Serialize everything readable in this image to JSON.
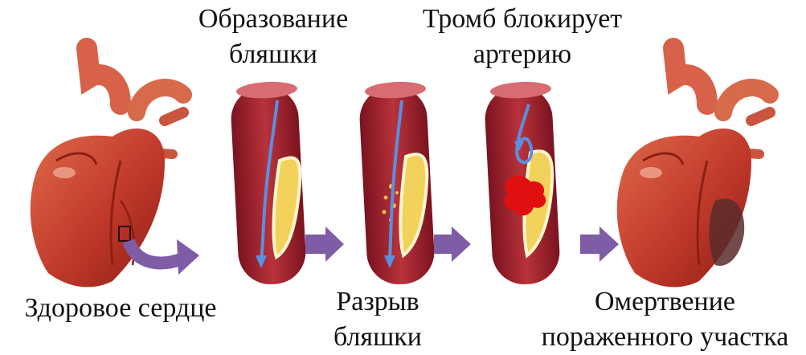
{
  "labels": {
    "plaque_formation": {
      "line1": "Образование",
      "line2": "бляшки"
    },
    "thrombus_blocks": {
      "line1": "Тромб блокирует",
      "line2": "артерию"
    },
    "healthy_heart": {
      "line1": "Здоровое сердце"
    },
    "plaque_rupture": {
      "line1": "Разрыв",
      "line2": "бляшки"
    },
    "necrosis": {
      "line1": "Омертвение",
      "line2": "пораженного участка"
    }
  },
  "colors": {
    "heart": "#c0392b",
    "heart_dark": "#8e1e14",
    "heart_highlight": "#e0735c",
    "artery_wall": "#a8242c",
    "artery_lumen": "#7a1a22",
    "plaque": "#f2d25a",
    "blood_flow_arrow": "#5b8fe0",
    "process_arrow": "#7e5ca6",
    "clot": "#e01010",
    "infarct": "#5a2b2b"
  }
}
